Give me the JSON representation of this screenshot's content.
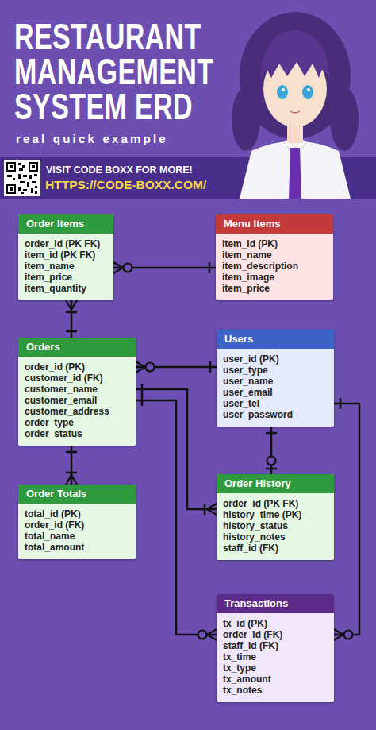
{
  "diagram": {
    "title": "RESTAURANT MANAGEMENT SYSTEM ERD",
    "caption": "real quick example",
    "nodes": [
      {
        "text": [
          "Order Items",
          "order_id (PK FK)",
          "item_id (PK FK)",
          "item_name",
          "item_price",
          "item_quantity"
        ]
      },
      {
        "text": [
          "Menu Items",
          "item_id (PK)",
          "item_name",
          "item_description",
          "item_image",
          "item_price"
        ]
      },
      {
        "text": [
          "Orders",
          "order_id (PK)",
          "customer_id (FK)",
          "customer_name",
          "customer_email",
          "customer_address",
          "order_type",
          "order_status"
        ]
      },
      {
        "text": [
          "Users",
          "user_id (PK)",
          "user_type",
          "user_name",
          "user_email",
          "user_tel",
          "user_password"
        ]
      },
      {
        "text": [
          "Order Totals",
          "total_id (PK)",
          "order_id (FK)",
          "total_name",
          "total_amount"
        ]
      },
      {
        "text": [
          "Order History",
          "order_id (PK FK)",
          "history_time (PK)",
          "history_status",
          "history_notes",
          "staff_id (FK)"
        ]
      },
      {
        "text": [
          "Transactions",
          "tx_id (PK)",
          "order_id (FK)",
          "staff_id (FK)",
          "tx_time",
          "tx_type",
          "tx_amount",
          "tx_notes"
        ]
      }
    ],
    "edges": [
      {
        "from": 0,
        "to": 1,
        "arrow": "both"
      },
      {
        "from": 0,
        "to": 2,
        "arrow": "both"
      },
      {
        "from": 2,
        "to": 3,
        "arrow": "both"
      },
      {
        "from": 2,
        "to": 4,
        "arrow": "both"
      },
      {
        "from": 3,
        "to": 5,
        "arrow": "both"
      },
      {
        "from": 2,
        "to": 5,
        "arrow": "both"
      },
      {
        "from": 2,
        "to": 6,
        "arrow": "both"
      },
      {
        "from": 3,
        "to": 6,
        "arrow": "both"
      }
    ],
    "labels": [
      "VISIT CODE BOXX FOR MORE!",
      "HTTPS://CODE-BOXX.COM/"
    ]
  }
}
